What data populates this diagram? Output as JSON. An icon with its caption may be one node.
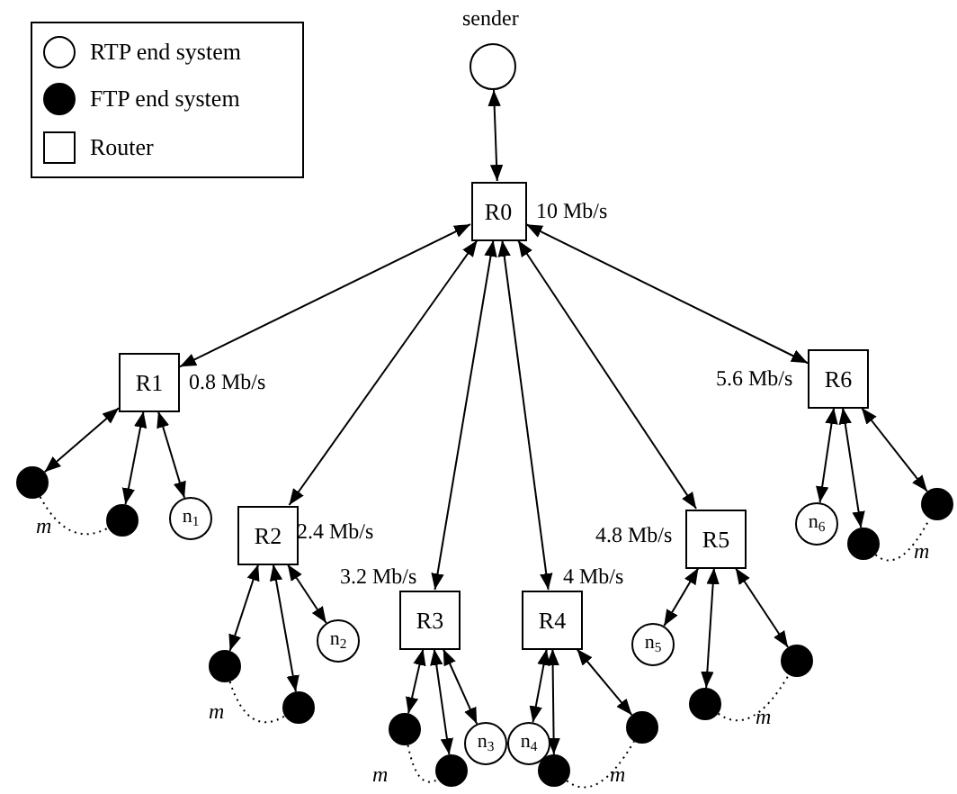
{
  "diagram": {
    "nodes": [
      {
        "text": [],
        "shape": "circle",
        "beside": [
          "sender"
        ]
      },
      {
        "text": [
          "R0"
        ],
        "beside": [
          "10 Mb/s"
        ]
      },
      {
        "text": [
          "R1"
        ],
        "beside": [
          "0.8 Mb/s"
        ]
      },
      {
        "text": [
          "R2"
        ],
        "beside": [
          "2.4 Mb/s"
        ]
      },
      {
        "text": [
          "R3"
        ],
        "beside": [
          "3.2 Mb/s"
        ]
      },
      {
        "text": [
          "R4"
        ],
        "beside": [
          "4 Mb/s"
        ]
      },
      {
        "text": [
          "R5"
        ],
        "beside": [
          "4.8 Mb/s"
        ]
      },
      {
        "text": [
          "R6"
        ],
        "beside": [
          "5.6 Mb/s"
        ]
      },
      {
        "text": [],
        "shape": "dot"
      },
      {
        "text": [],
        "shape": "dot"
      },
      {
        "text": [
          "n$_{1}$"
        ]
      },
      {
        "text": [],
        "shape": "dot"
      },
      {
        "text": [
          "n$_{2}$"
        ]
      },
      {
        "text": [],
        "shape": "dot"
      },
      {
        "text": [],
        "shape": "dot"
      },
      {
        "text": [],
        "shape": "dot"
      },
      {
        "text": [
          "n$_{3}$"
        ]
      },
      {
        "text": [
          "n$_{4}$"
        ]
      },
      {
        "text": [],
        "shape": "dot"
      },
      {
        "text": [],
        "shape": "dot"
      },
      {
        "text": [
          "n$_{5}$"
        ]
      },
      {
        "text": [],
        "shape": "dot"
      },
      {
        "text": [],
        "shape": "dot"
      },
      {
        "text": [
          "n$_{6}$"
        ]
      },
      {
        "text": [],
        "shape": "dot"
      },
      {
        "text": [],
        "shape": "dot"
      }
    ],
    "edges": [
      {
        "from": 0,
        "to": 1,
        "arrow": "both"
      },
      {
        "from": 1,
        "to": 2,
        "arrow": "both"
      },
      {
        "from": 1,
        "to": 3,
        "arrow": "both"
      },
      {
        "from": 1,
        "to": 4,
        "arrow": "both"
      },
      {
        "from": 1,
        "to": 5,
        "arrow": "both"
      },
      {
        "from": 1,
        "to": 6,
        "arrow": "both"
      },
      {
        "from": 1,
        "to": 7,
        "arrow": "both"
      },
      {
        "from": 2,
        "to": 8,
        "arrow": "both"
      },
      {
        "from": 2,
        "to": 9,
        "arrow": "both"
      },
      {
        "from": 2,
        "to": 10,
        "arrow": "both"
      },
      {
        "from": 3,
        "to": 11,
        "arrow": "both"
      },
      {
        "from": 3,
        "to": 12,
        "arrow": "both"
      },
      {
        "from": 3,
        "to": 13,
        "arrow": "both"
      },
      {
        "from": 4,
        "to": 14,
        "arrow": "both"
      },
      {
        "from": 4,
        "to": 15,
        "arrow": "both"
      },
      {
        "from": 4,
        "to": 16,
        "arrow": "both"
      },
      {
        "from": 5,
        "to": 17,
        "arrow": "both"
      },
      {
        "from": 5,
        "to": 18,
        "arrow": "both"
      },
      {
        "from": 5,
        "to": 19,
        "arrow": "both"
      },
      {
        "from": 6,
        "to": 20,
        "arrow": "both"
      },
      {
        "from": 6,
        "to": 21,
        "arrow": "both"
      },
      {
        "from": 6,
        "to": 22,
        "arrow": "both"
      },
      {
        "from": 7,
        "to": 23,
        "arrow": "both"
      },
      {
        "from": 7,
        "to": 24,
        "arrow": "both"
      },
      {
        "from": 7,
        "to": 25,
        "arrow": "both"
      },
      {
        "from": 8,
        "to": 9,
        "arrow": "none",
        "label": "m",
        "style": "dashed"
      },
      {
        "from": 11,
        "to": 13,
        "arrow": "none",
        "label": "m",
        "style": "dashed"
      },
      {
        "from": 14,
        "to": 15,
        "arrow": "none",
        "label": "m",
        "style": "dashed"
      },
      {
        "from": 18,
        "to": 19,
        "arrow": "none",
        "label": "m",
        "style": "dashed"
      },
      {
        "from": 21,
        "to": 22,
        "arrow": "none",
        "label": "m",
        "style": "dashed"
      },
      {
        "from": 24,
        "to": 25,
        "arrow": "none",
        "label": "m",
        "style": "dashed"
      }
    ],
    "legend": [
      {
        "text": "RTP end system"
      },
      {
        "text": "FTP end system"
      },
      {
        "text": "Router"
      }
    ]
  }
}
